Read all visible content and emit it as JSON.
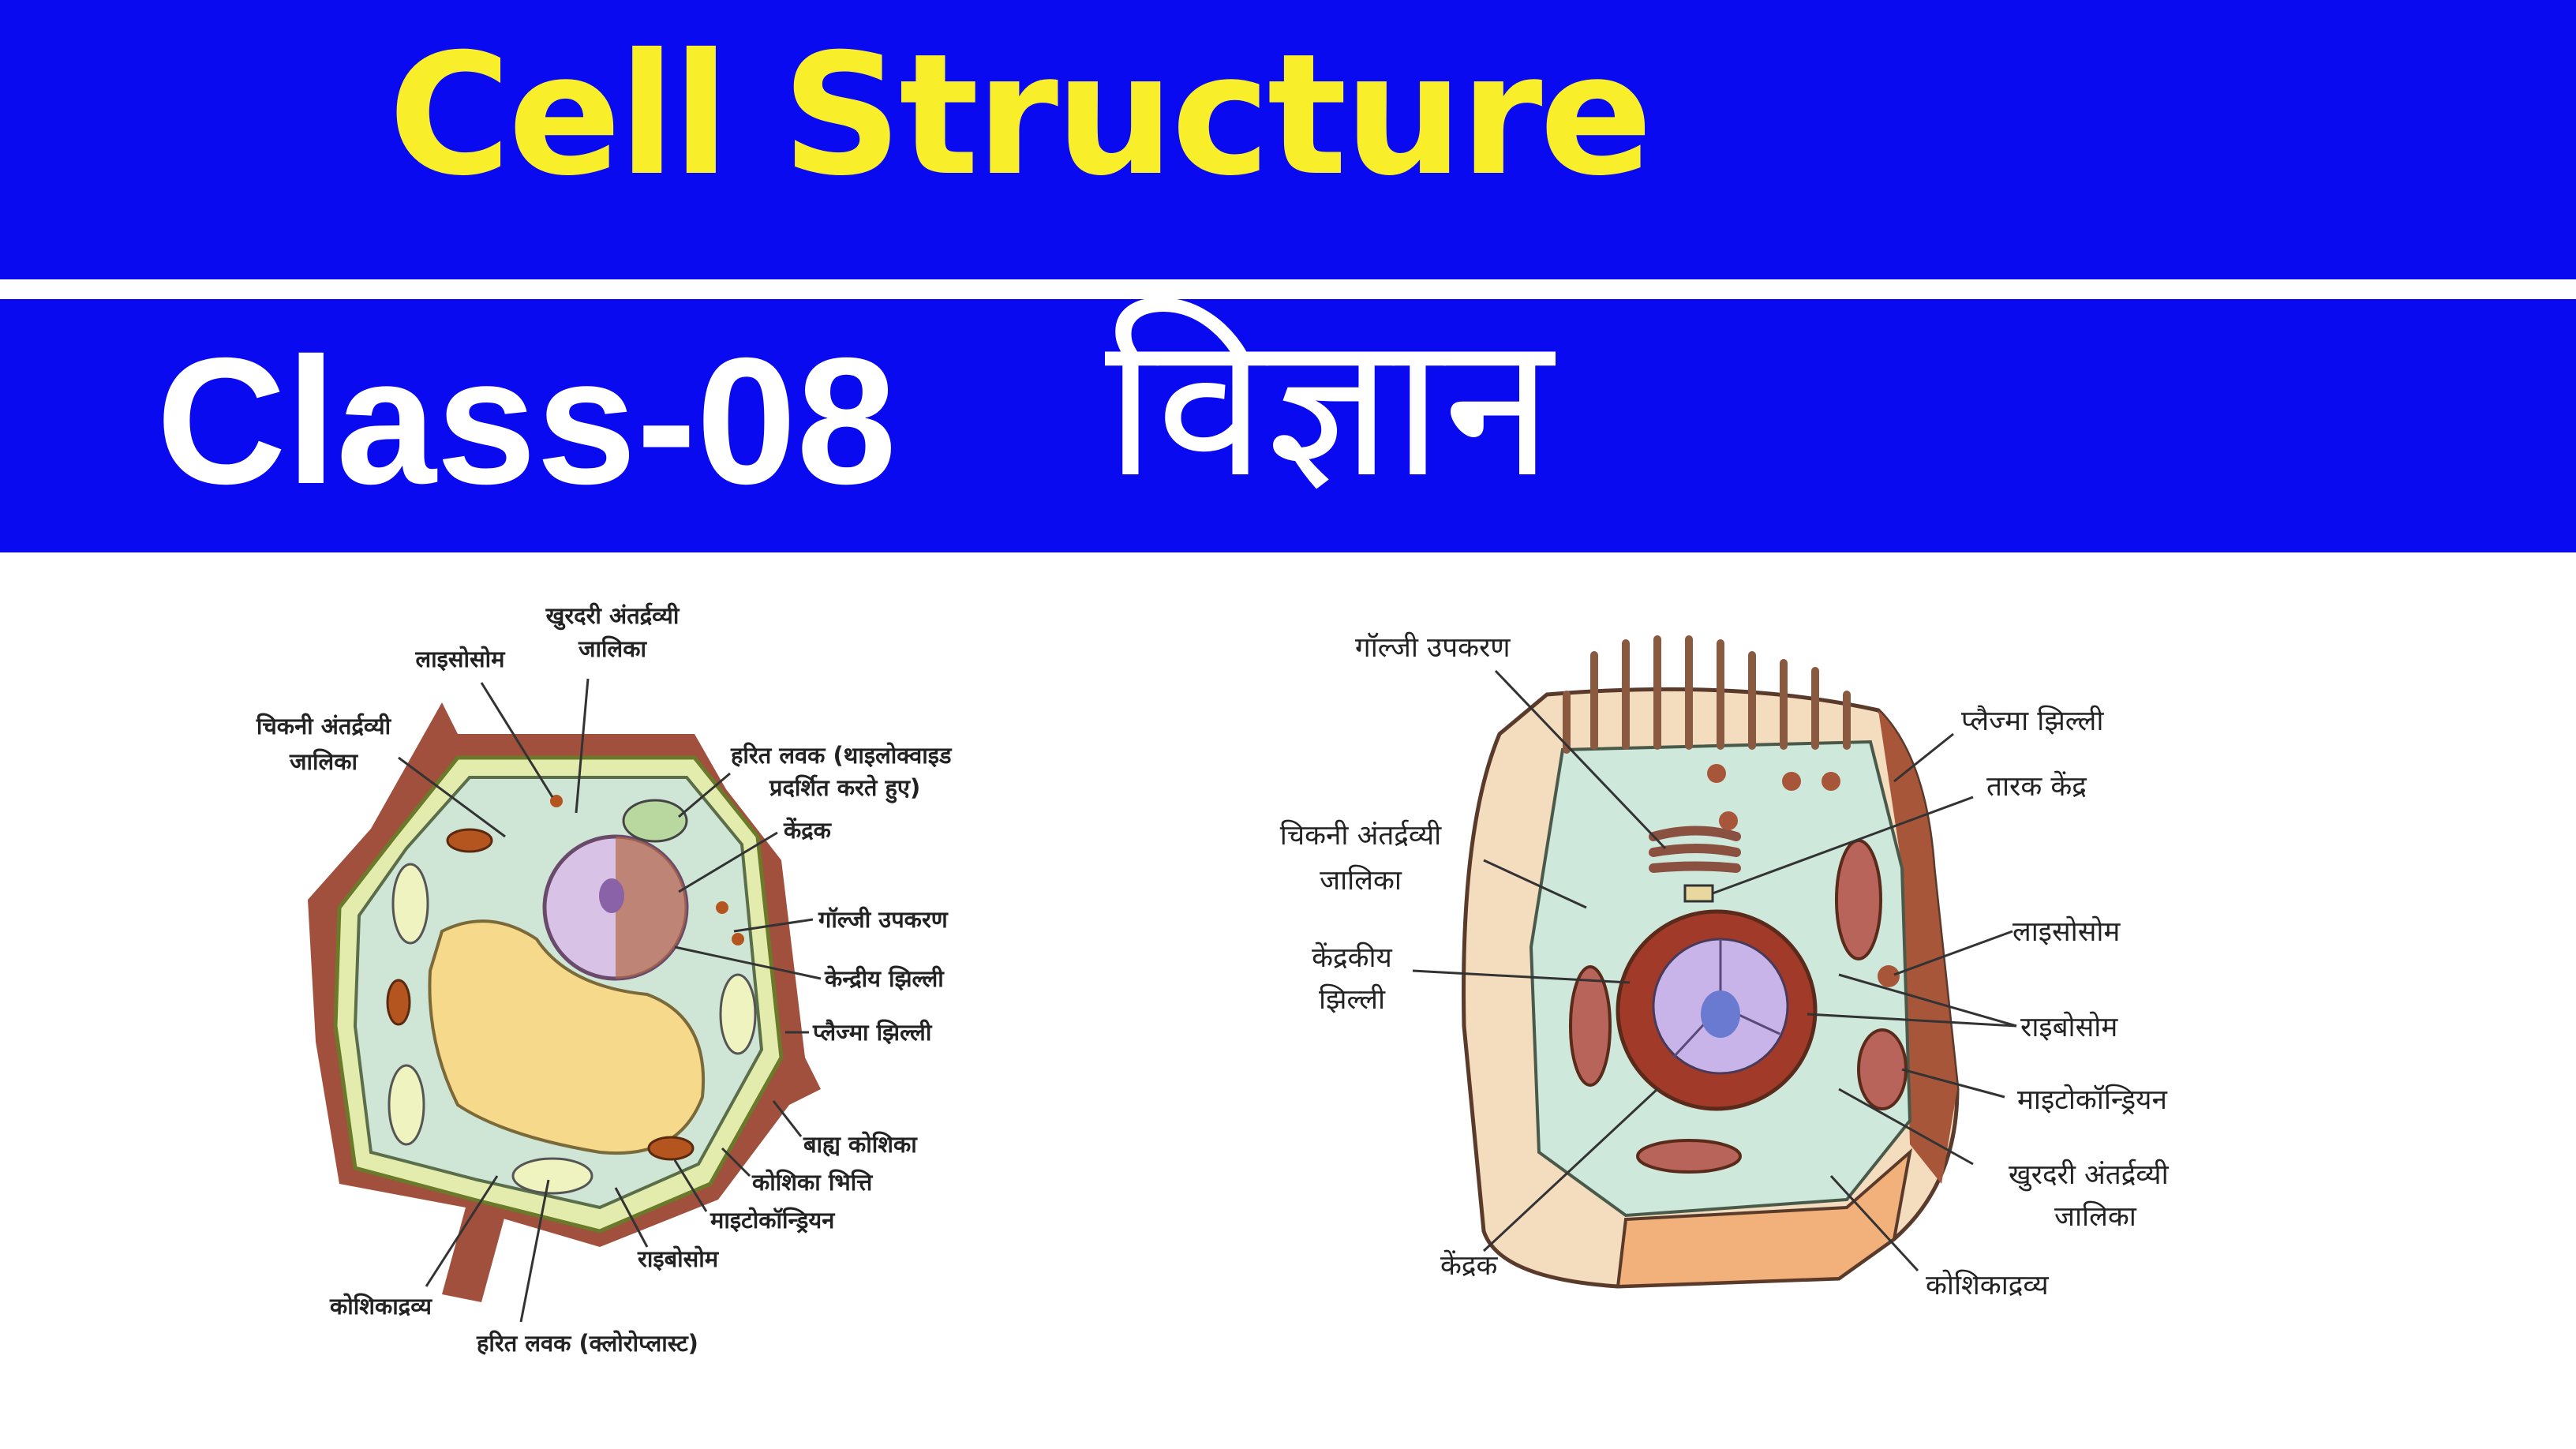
{
  "header": {
    "title": "Cell Structure",
    "class_label": "Class-08",
    "subject": "विज्ञान",
    "colors": {
      "band": "#0a0af0",
      "title": "#f8ee2a",
      "text": "#ffffff"
    }
  },
  "plant_cell": {
    "labels": {
      "rough_er_1": "खुरदरी अंतर्द्रव्यी",
      "rough_er_2": "जालिका",
      "lysosome": "लाइसोसोम",
      "smooth_er_1": "चिकनी अंतर्द्रव्यी",
      "smooth_er_2": "जालिका",
      "thylakoid_1": "हरित लवक (थाइलोक्वाइड",
      "thylakoid_2": "प्रदर्शित करते हुए)",
      "nucleus": "केंद्रक",
      "golgi": "गॉल्जी उपकरण",
      "nuclear_membrane": "केन्द्रीय झिल्ली",
      "plasma_membrane": "प्लैज्मा झिल्ली",
      "outer_cell": "बाह्य कोशिका",
      "cell_wall": "कोशिका भित्ति",
      "mitochondrion": "माइटोकॉन्ड्रियन",
      "ribosome": "राइबोसोम",
      "cytoplasm": "कोशिकाद्रव्य",
      "chloroplast": "हरित लवक (क्लोरोप्लास्ट)"
    }
  },
  "animal_cell": {
    "labels": {
      "golgi": "गॉल्जी उपकरण",
      "plasma_membrane": "प्लैज्मा झिल्ली",
      "centrosome": "तारक केंद्र",
      "smooth_er_1": "चिकनी अंतर्द्रव्यी",
      "smooth_er_2": "जालिका",
      "lysosome": "लाइसोसोम",
      "nuclear_membrane_1": "केंद्रकीय",
      "nuclear_membrane_2": "झिल्ली",
      "ribosome": "राइबोसोम",
      "mitochondrion": "माइटोकॉन्ड्रियन",
      "rough_er_1": "खुरदरी अंतर्द्रव्यी",
      "rough_er_2": "जालिका",
      "nucleus": "केंद्रक",
      "cytoplasm": "कोशिकाद्रव्य"
    }
  }
}
